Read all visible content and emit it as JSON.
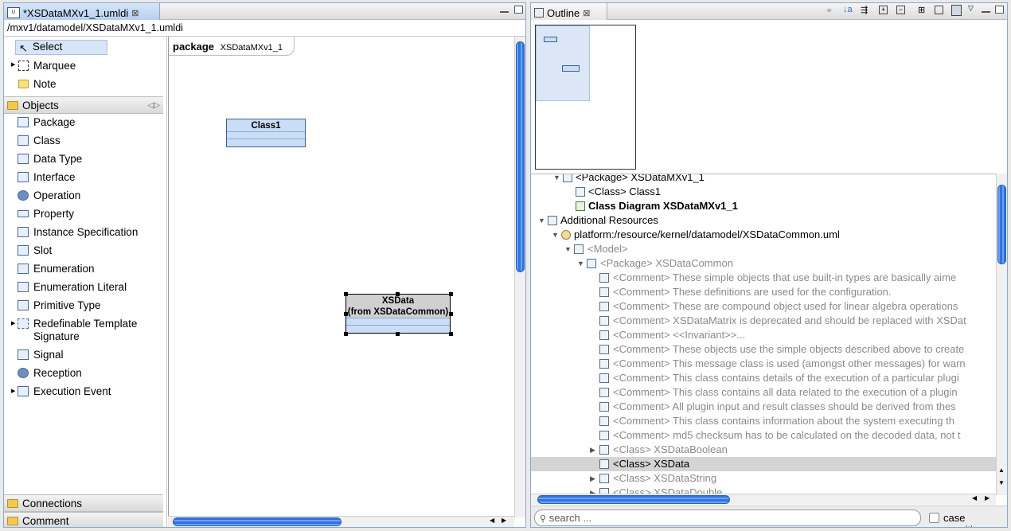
{
  "editor": {
    "tab_title": "*XSDataMXv1_1.umldi",
    "path": "/mxv1/datamodel/XSDataMXv1_1.umldi",
    "diagram_label_kind": "package",
    "diagram_label_name": "XSDataMXv1_1"
  },
  "palette": {
    "tools": [
      "Select",
      "Marquee",
      "Note"
    ],
    "objects_drawer": "Objects",
    "objects": [
      "Package",
      "Class",
      "Data Type",
      "Interface",
      "Operation",
      "Property",
      "Instance Specification",
      "Slot",
      "Enumeration",
      "Enumeration Literal",
      "Primitive Type",
      "Redefinable Template",
      "Signal",
      "Reception",
      "Execution Event"
    ],
    "redefinable_second_line": "Signature",
    "connections_drawer": "Connections",
    "comment_drawer": "Comment"
  },
  "diagram": {
    "class1_name": "Class1",
    "xsdata_name": "XSData",
    "xsdata_from": "(from XSDataCommon)"
  },
  "outline": {
    "tab_title": "Outline",
    "rows": [
      {
        "text": "<Package> XSDataMXv1_1",
        "gray": false,
        "bold": false
      },
      {
        "text": "<Class> Class1",
        "gray": false,
        "bold": false
      },
      {
        "text": "Class Diagram XSDataMXv1_1",
        "gray": false,
        "bold": true
      },
      {
        "text": "Additional Resources",
        "gray": false,
        "bold": false
      },
      {
        "text": "platform:/resource/kernel/datamodel/XSDataCommon.uml",
        "gray": false,
        "bold": false
      },
      {
        "text": "<Model>",
        "gray": true,
        "bold": false
      },
      {
        "text": "<Package> XSDataCommon",
        "gray": true,
        "bold": false
      },
      {
        "text": "<Comment> These simple objects that use built-in types are basically aime",
        "gray": true,
        "bold": false
      },
      {
        "text": "<Comment> These definitions are used for the configuration.",
        "gray": true,
        "bold": false
      },
      {
        "text": "<Comment> These are compound object used for linear algebra operations",
        "gray": true,
        "bold": false
      },
      {
        "text": "<Comment> XSDataMatrix is deprecated and should be replaced with XSDat",
        "gray": true,
        "bold": false
      },
      {
        "text": "<Comment> <<Invariant>>...",
        "gray": true,
        "bold": false
      },
      {
        "text": "<Comment> These objects use the simple objects described above to create",
        "gray": true,
        "bold": false
      },
      {
        "text": "<Comment> This message class is used (amongst other messages) for warn",
        "gray": true,
        "bold": false
      },
      {
        "text": "<Comment> This class contains details of the execution of a particular plugi",
        "gray": true,
        "bold": false
      },
      {
        "text": "<Comment> This class contains all data related to the execution of a plugin",
        "gray": true,
        "bold": false
      },
      {
        "text": "<Comment> All plugin input and result classes should be derived from thes",
        "gray": true,
        "bold": false
      },
      {
        "text": "<Comment> This class contains information about the system executing th",
        "gray": true,
        "bold": false
      },
      {
        "text": "<Comment> md5 checksum has to be calculated on the decoded data, not t",
        "gray": true,
        "bold": false
      },
      {
        "text": "<Class> XSDataBoolean",
        "gray": true,
        "bold": false
      },
      {
        "text": "<Class> XSData",
        "gray": false,
        "bold": false
      },
      {
        "text": "<Class> XSDataString",
        "gray": true,
        "bold": false
      },
      {
        "text": "<Class> XSDataDouble",
        "gray": true,
        "bold": false
      }
    ],
    "search_placeholder": "search ...",
    "case_sensitive_label": "case sensitive"
  }
}
